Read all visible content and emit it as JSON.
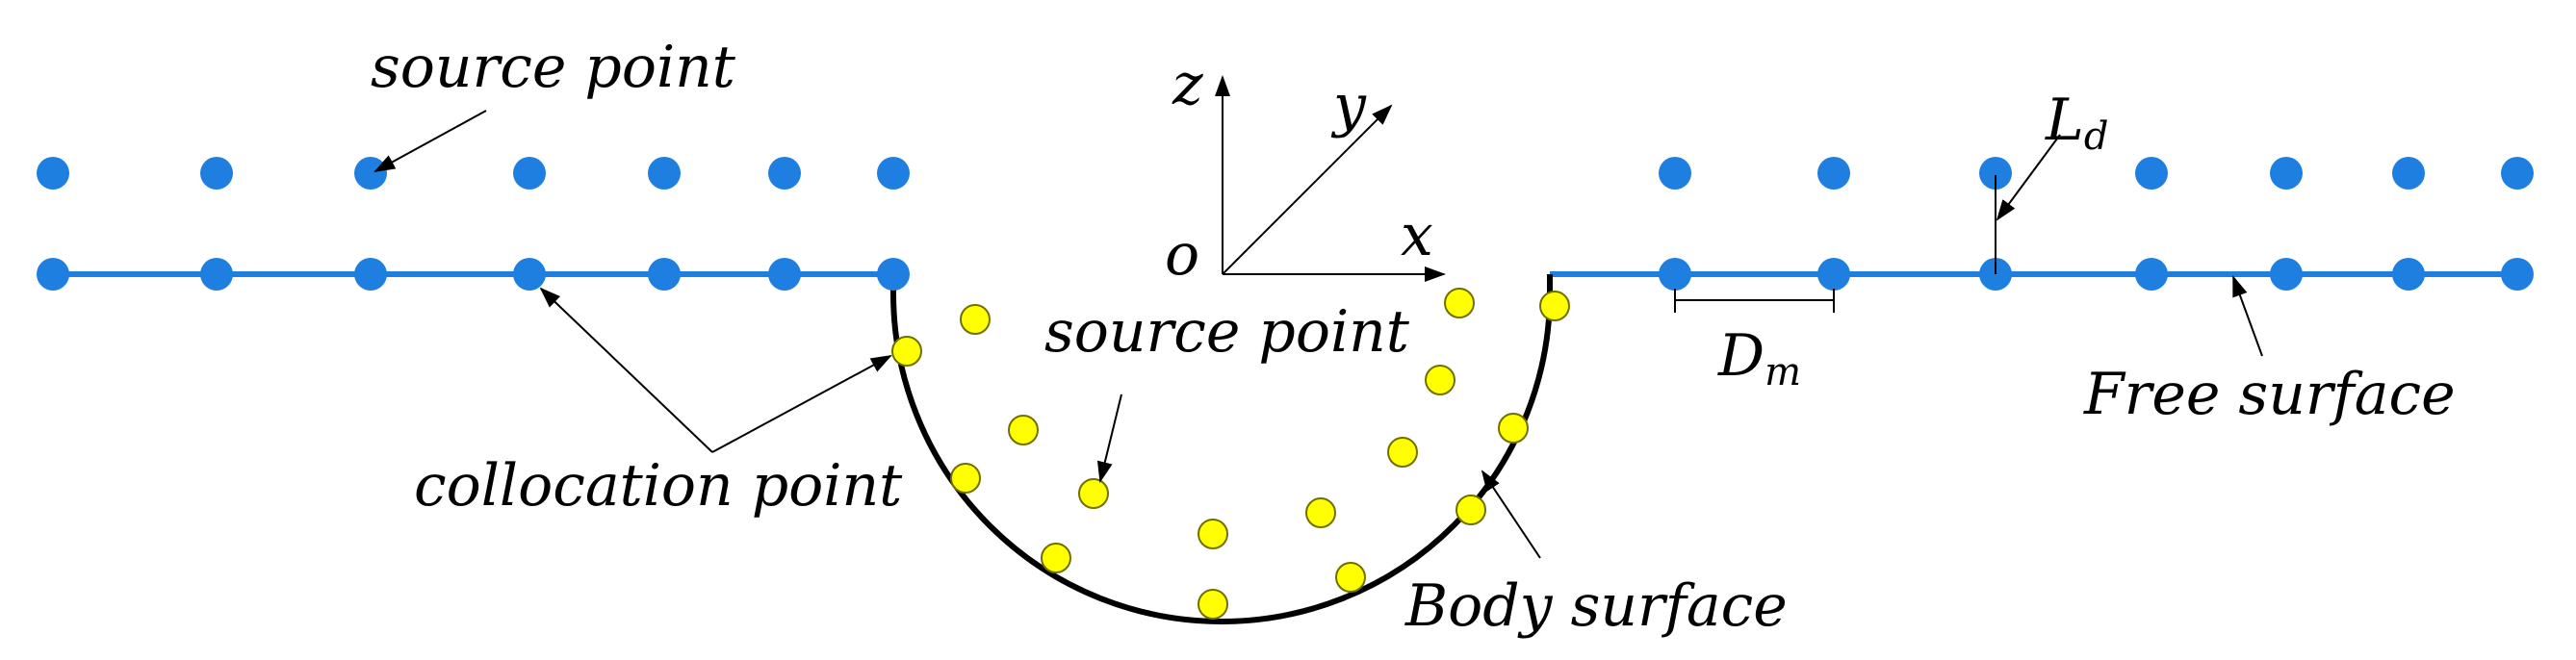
{
  "labels": {
    "source_point_top": "source point",
    "source_point_inner": "source point",
    "collocation_point": "collocation point",
    "body_surface": "Body surface",
    "free_surface": "Free surface",
    "axis_z": "z",
    "axis_y": "y",
    "axis_x": "x",
    "origin": "o",
    "dm": "D",
    "dm_sub": "m",
    "ld": "L",
    "ld_sub": "d"
  },
  "colors": {
    "free_surface_line": "#1e7fe0",
    "free_surface_points": "#1e7fe0",
    "body_points": "#ffff00",
    "body_points_stroke": "#707000",
    "body_line": "#000000",
    "annotation": "#000000"
  }
}
